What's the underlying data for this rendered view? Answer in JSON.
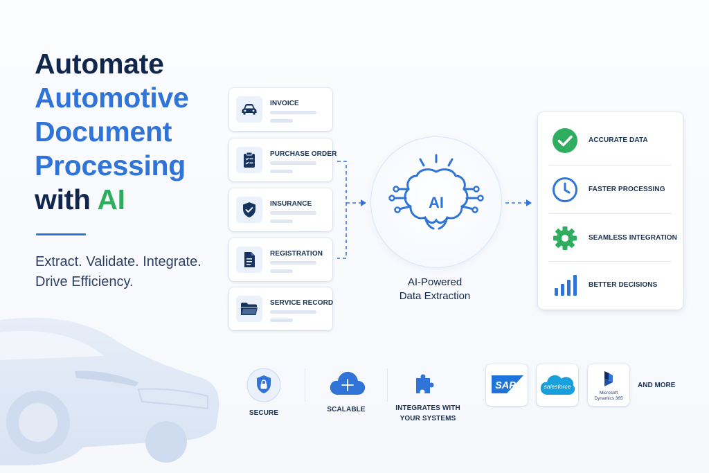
{
  "hero": {
    "line1": "Automate",
    "line2": "Automotive",
    "line3": "Document",
    "line4": "Processing",
    "line5_prefix": "with ",
    "line5_highlight": "AI",
    "tagline_line1": "Extract. Validate. Integrate.",
    "tagline_line2": "Drive Efficiency."
  },
  "documents": [
    {
      "label": "INVOICE",
      "icon": "car-icon"
    },
    {
      "label": "PURCHASE ORDER",
      "icon": "clipboard-check-icon"
    },
    {
      "label": "INSURANCE",
      "icon": "shield-check-icon"
    },
    {
      "label": "REGISTRATION",
      "icon": "document-icon"
    },
    {
      "label": "SERVICE RECORD",
      "icon": "folder-icon"
    }
  ],
  "ai": {
    "badge": "AI",
    "caption_line1": "AI-Powered",
    "caption_line2": "Data Extraction",
    "icon": "brain-circuit-icon"
  },
  "benefits": [
    {
      "label": "ACCURATE DATA",
      "icon": "check-circle-icon"
    },
    {
      "label": "FASTER PROCESSING",
      "icon": "clock-icon"
    },
    {
      "label": "SEAMLESS INTEGRATION",
      "icon": "gear-icon"
    },
    {
      "label": "BETTER DECISIONS",
      "icon": "bar-chart-icon"
    }
  ],
  "features": [
    {
      "label": "SECURE",
      "icon": "lock-shield-icon"
    },
    {
      "label": "SCALABLE",
      "icon": "cloud-plus-icon"
    },
    {
      "label_line1": "INTEGRATES WITH",
      "label_line2": "YOUR SYSTEMS",
      "icon": "puzzle-icon"
    }
  ],
  "integrations": {
    "sap": "SAP",
    "salesforce": "salesforce",
    "microsoft_line1": "Microsoft",
    "microsoft_line2": "Dynamics 365",
    "and_more": "AND MORE"
  },
  "colors": {
    "navy": "#10264d",
    "blue": "#2f74d6",
    "green": "#2fae5f",
    "sap_blue": "#1f73d9",
    "salesforce_blue": "#17a0db"
  }
}
